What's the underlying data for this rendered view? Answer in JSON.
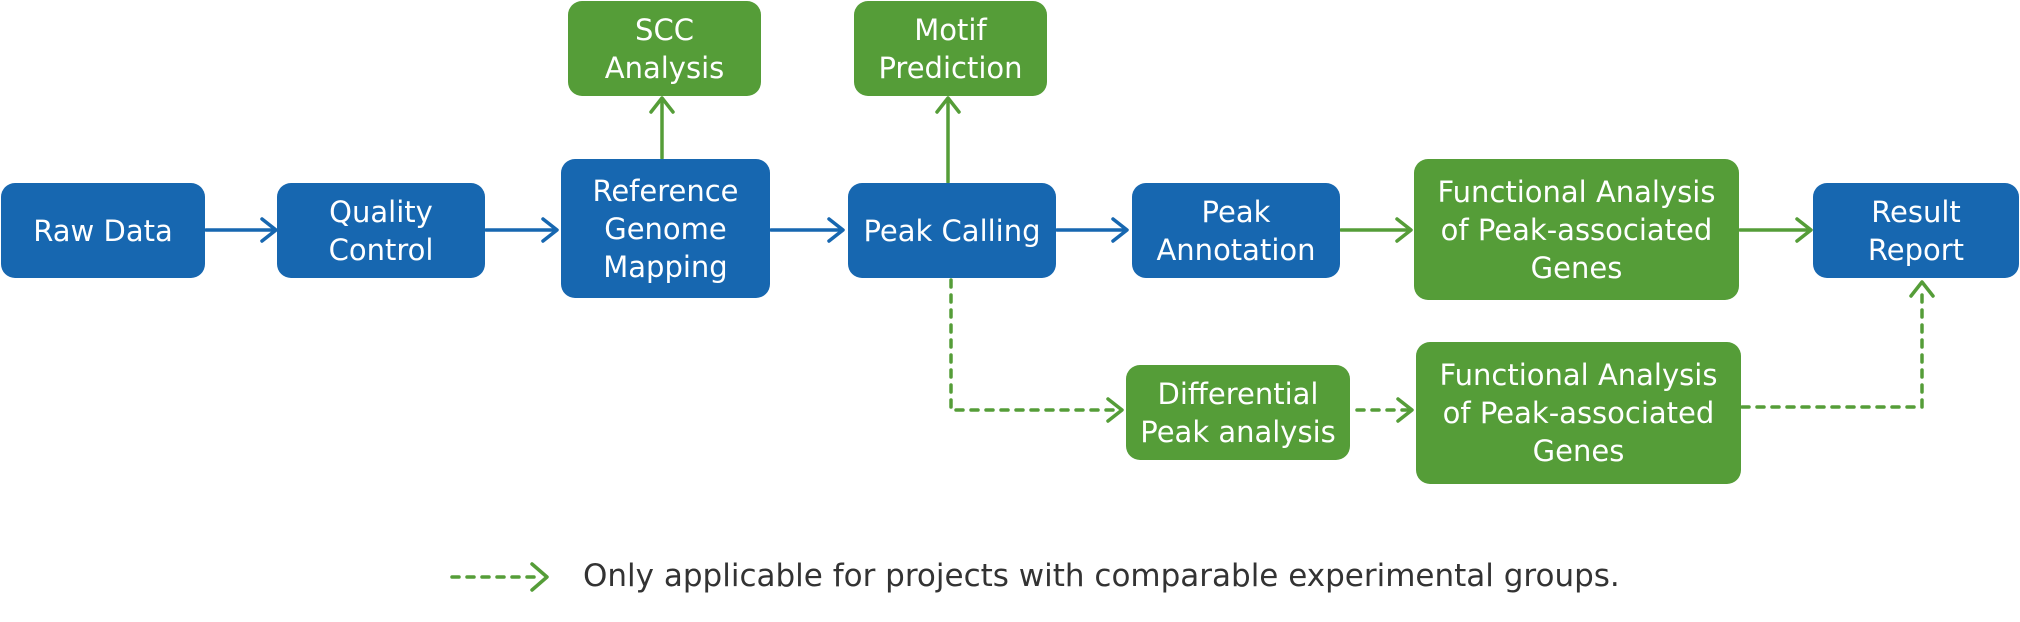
{
  "colors": {
    "primary_step": "#1767b0",
    "optional_step": "#559d38",
    "text": "#333333"
  },
  "nodes": {
    "raw_data": "Raw Data",
    "quality_control": "Quality\nControl",
    "reference_genome_mapping": "Reference\nGenome\nMapping",
    "scc_analysis": "SCC\nAnalysis",
    "peak_calling": "Peak Calling",
    "motif_prediction": "Motif\nPrediction",
    "peak_annotation": "Peak\nAnnotation",
    "functional_analysis_top": "Functional Analysis\nof Peak-associated\nGenes",
    "result_report": "Result\nReport",
    "differential_peak_analysis": "Differential\nPeak analysis",
    "functional_analysis_bottom": "Functional Analysis\nof Peak-associated\nGenes"
  },
  "legend": {
    "dotted_arrow_meaning": "Only applicable for projects with comparable experimental groups."
  }
}
